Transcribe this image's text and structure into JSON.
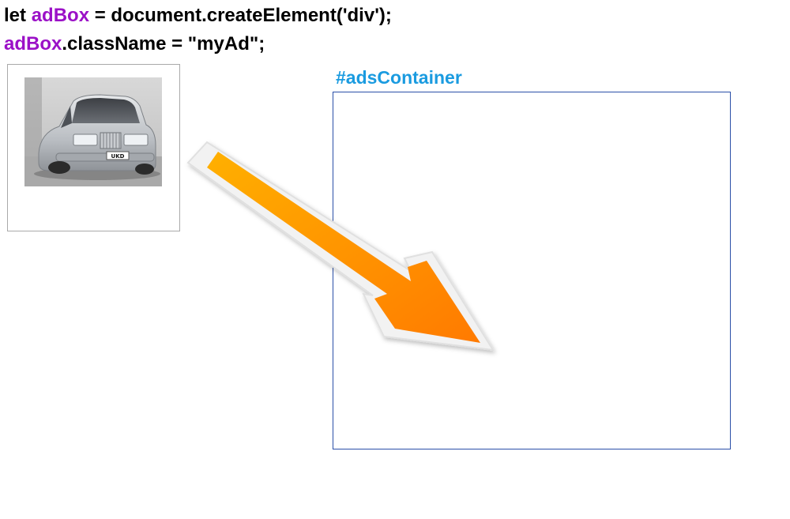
{
  "code": {
    "line1": {
      "prefix": "let ",
      "var": "adBox",
      "suffix": " = document.createElement('div');"
    },
    "line2": {
      "var": "adBox",
      "suffix": ".className = \"myAd\";"
    }
  },
  "ad_card": {
    "image": "car-photo",
    "plate_text": "UKD"
  },
  "ads_container": {
    "label": "#adsContainer"
  },
  "colors": {
    "variable": "#9b11c7",
    "container_label": "#1a9be0",
    "container_border": "#2a4fa8",
    "arrow_start": "#ffb000",
    "arrow_end": "#ff7a00"
  }
}
